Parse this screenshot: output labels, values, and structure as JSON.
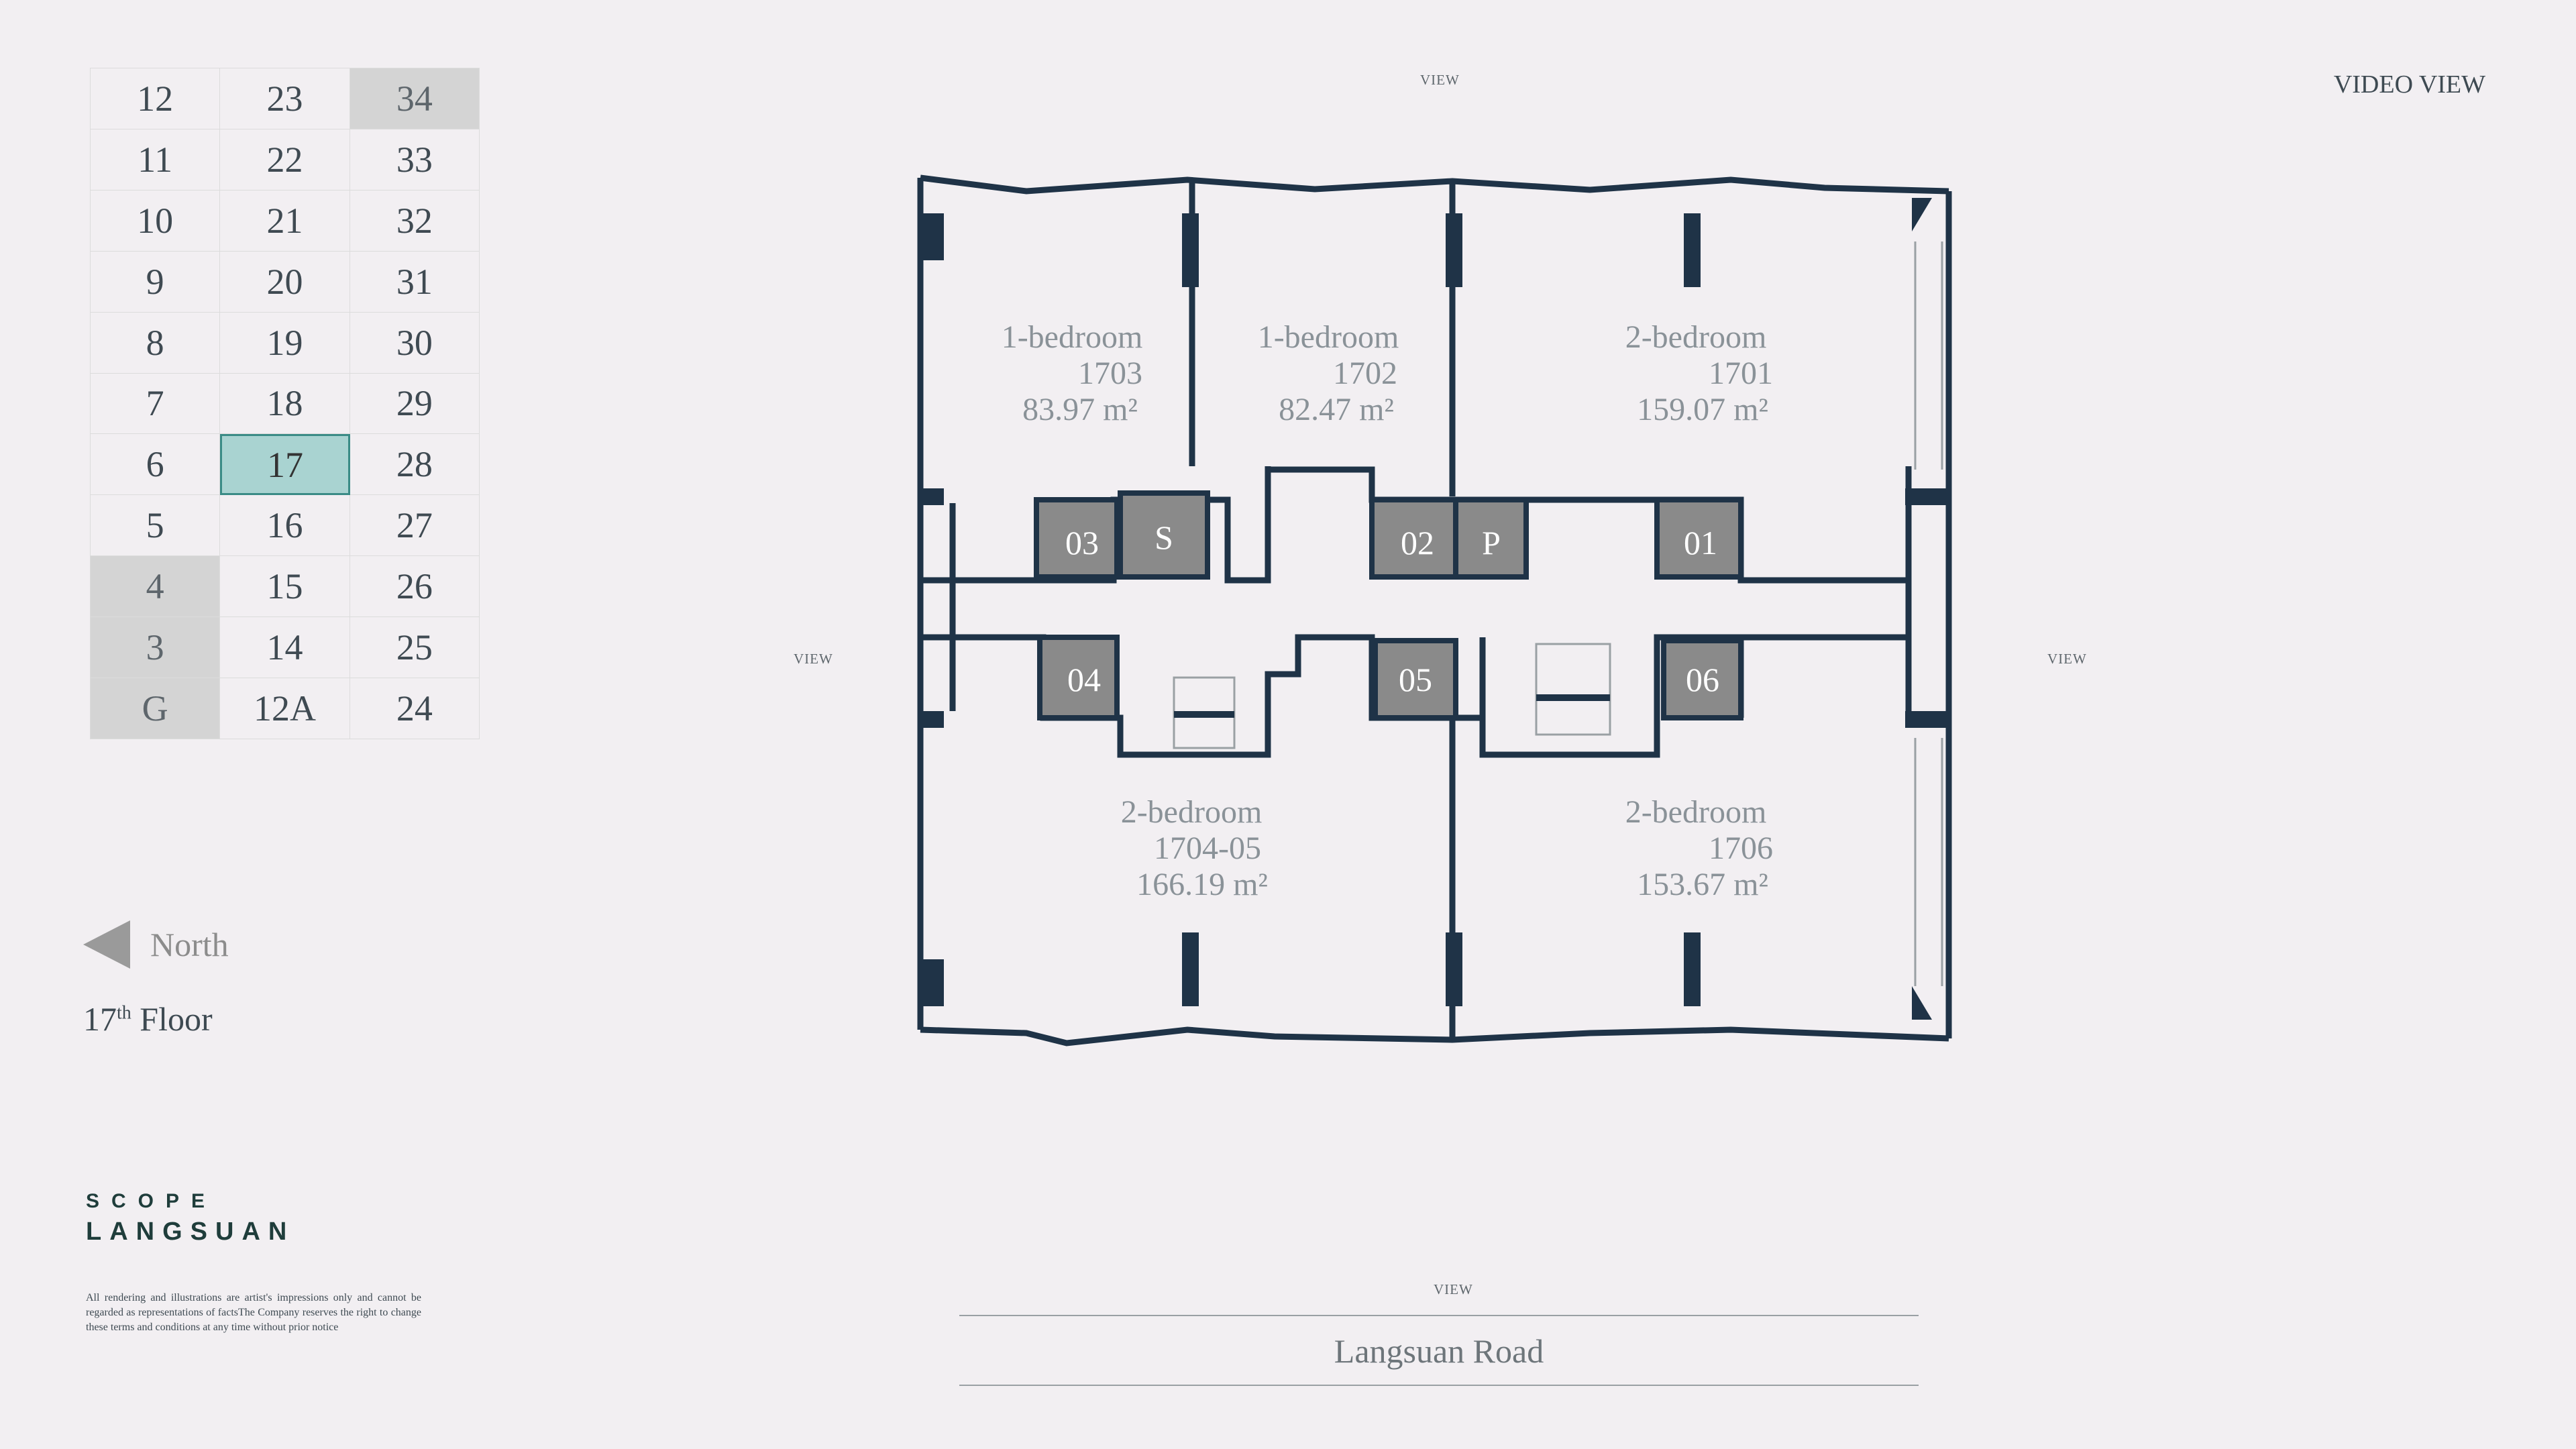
{
  "floor_grid": [
    [
      "12",
      "23",
      "34"
    ],
    [
      "11",
      "22",
      "33"
    ],
    [
      "10",
      "21",
      "32"
    ],
    [
      "9",
      "20",
      "31"
    ],
    [
      "8",
      "19",
      "30"
    ],
    [
      "7",
      "18",
      "29"
    ],
    [
      "6",
      "17",
      "28"
    ],
    [
      "5",
      "16",
      "27"
    ],
    [
      "4",
      "15",
      "26"
    ],
    [
      "3",
      "14",
      "25"
    ],
    [
      "G",
      "12A",
      "24"
    ]
  ],
  "unavailable_floors": [
    "34",
    "4",
    "3",
    "G"
  ],
  "active_floor": "17",
  "compass": {
    "label": "North",
    "icon": "north-arrow-icon"
  },
  "floor_label": {
    "number": "17",
    "suffix": "th",
    "word": "Floor"
  },
  "brand": {
    "line1": "SCOPE",
    "line2": "LANGSUAN"
  },
  "disclaimer": "All rendering and illustrations are artist's impressions only and cannot be regarded as representations of factsThe Company reserves the right to change these terms and conditions at any time without prior notice",
  "view_label": "VIEW",
  "video_view": "VIDEO VIEW",
  "road": "Langsuan Road",
  "units": [
    {
      "type": "1-bedroom",
      "number": "1703",
      "area": "83.97 m²"
    },
    {
      "type": "1-bedroom",
      "number": "1702",
      "area": "82.47 m²"
    },
    {
      "type": "2-bedroom",
      "number": "1701",
      "area": "159.07 m²"
    },
    {
      "type": "2-bedroom",
      "number": "1704-05",
      "area": "166.19 m²"
    },
    {
      "type": "2-bedroom",
      "number": "1706",
      "area": "153.67 m²"
    }
  ],
  "cores": [
    "03",
    "S",
    "02",
    "P",
    "01",
    "04",
    "05",
    "06"
  ],
  "colors": {
    "wall": "#1f3347",
    "core": "#8a8a8a",
    "active": "#a9d3d1",
    "unavailable": "#d4d4d4"
  }
}
